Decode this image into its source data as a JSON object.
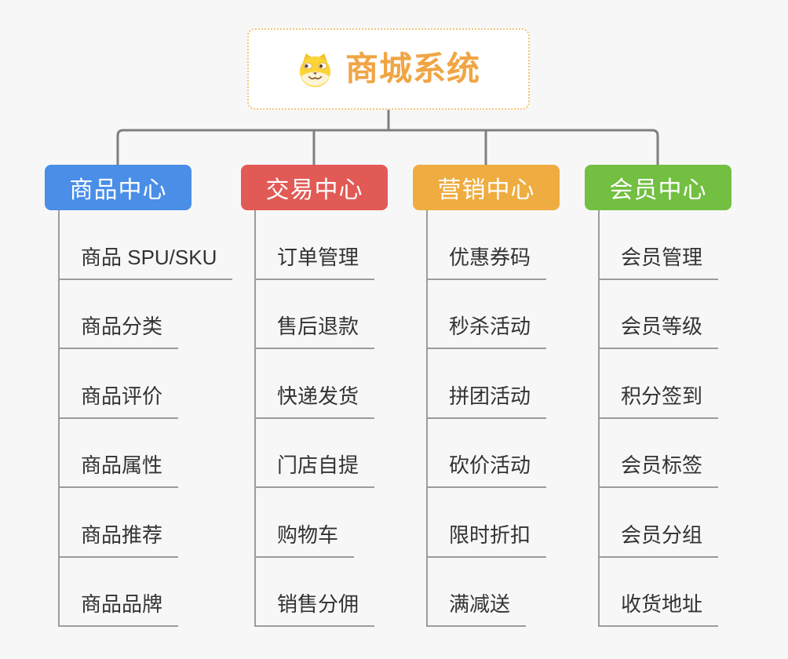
{
  "canvas": {
    "bg": "#f7f7f7",
    "connector_color": "#7f7f7f",
    "leaf_line_color": "#9c9c9c",
    "leaf_text_color": "#333333"
  },
  "root": {
    "label": "商城系统",
    "icon": "doge-face-icon",
    "text_color": "#f0a544",
    "border_color": "#f4c479",
    "bg": "#ffffff"
  },
  "branches": [
    {
      "label": "商品中心",
      "color": "#4a8ee8",
      "children": [
        "商品 SPU/SKU",
        "商品分类",
        "商品评价",
        "商品属性",
        "商品推荐",
        "商品品牌"
      ]
    },
    {
      "label": "交易中心",
      "color": "#e25a55",
      "children": [
        "订单管理",
        "售后退款",
        "快递发货",
        "门店自提",
        "购物车",
        "销售分佣"
      ]
    },
    {
      "label": "营销中心",
      "color": "#efac40",
      "children": [
        "优惠券码",
        "秒杀活动",
        "拼团活动",
        "砍价活动",
        "限时折扣",
        "满减送"
      ]
    },
    {
      "label": "会员中心",
      "color": "#72bf41",
      "children": [
        "会员管理",
        "会员等级",
        "积分签到",
        "会员标签",
        "会员分组",
        "收货地址"
      ]
    }
  ]
}
